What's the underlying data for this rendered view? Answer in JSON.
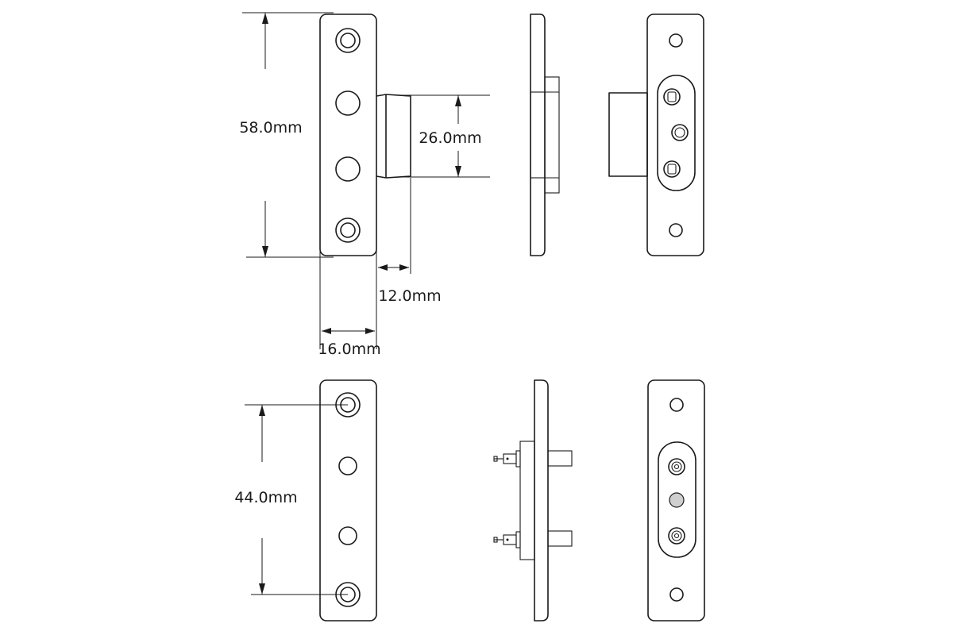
{
  "dimensions": {
    "height_top": "58.0mm",
    "bolt_width": "26.0mm",
    "bolt_depth": "12.0mm",
    "plate_width": "16.0mm",
    "hole_spacing": "44.0mm"
  },
  "colors": {
    "line": "#1a1a1a",
    "contact_gray": "#cfcfcf",
    "background": "#ffffff"
  }
}
